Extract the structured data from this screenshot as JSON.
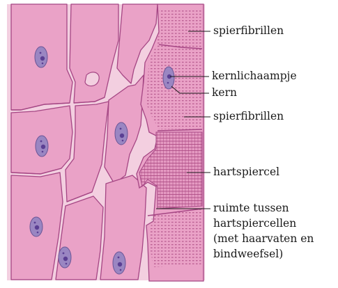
{
  "labels": {
    "spierfibrillen_top": "spierfibrillen",
    "kernlichaampje": "kernlichaampje",
    "kern": "kern",
    "spierfibrillen_mid": "spierfibrillen",
    "hartspiercel": "hartspiercel",
    "ruimte_line1": "ruimte tussen",
    "ruimte_line2": "hartspiercellen",
    "ruimte_line3": "(met haarvaten en",
    "ruimte_line4": "bindweefsel)"
  },
  "colors": {
    "background_tissue": "#f3cfe0",
    "cell_fill": "#eaa2c7",
    "cell_outline": "#a54684",
    "nucleus_fill": "#9a86c2",
    "nucleolus": "#5b3f93",
    "fibril_mark": "#a8457f",
    "leader_line": "#1a1a1a"
  }
}
